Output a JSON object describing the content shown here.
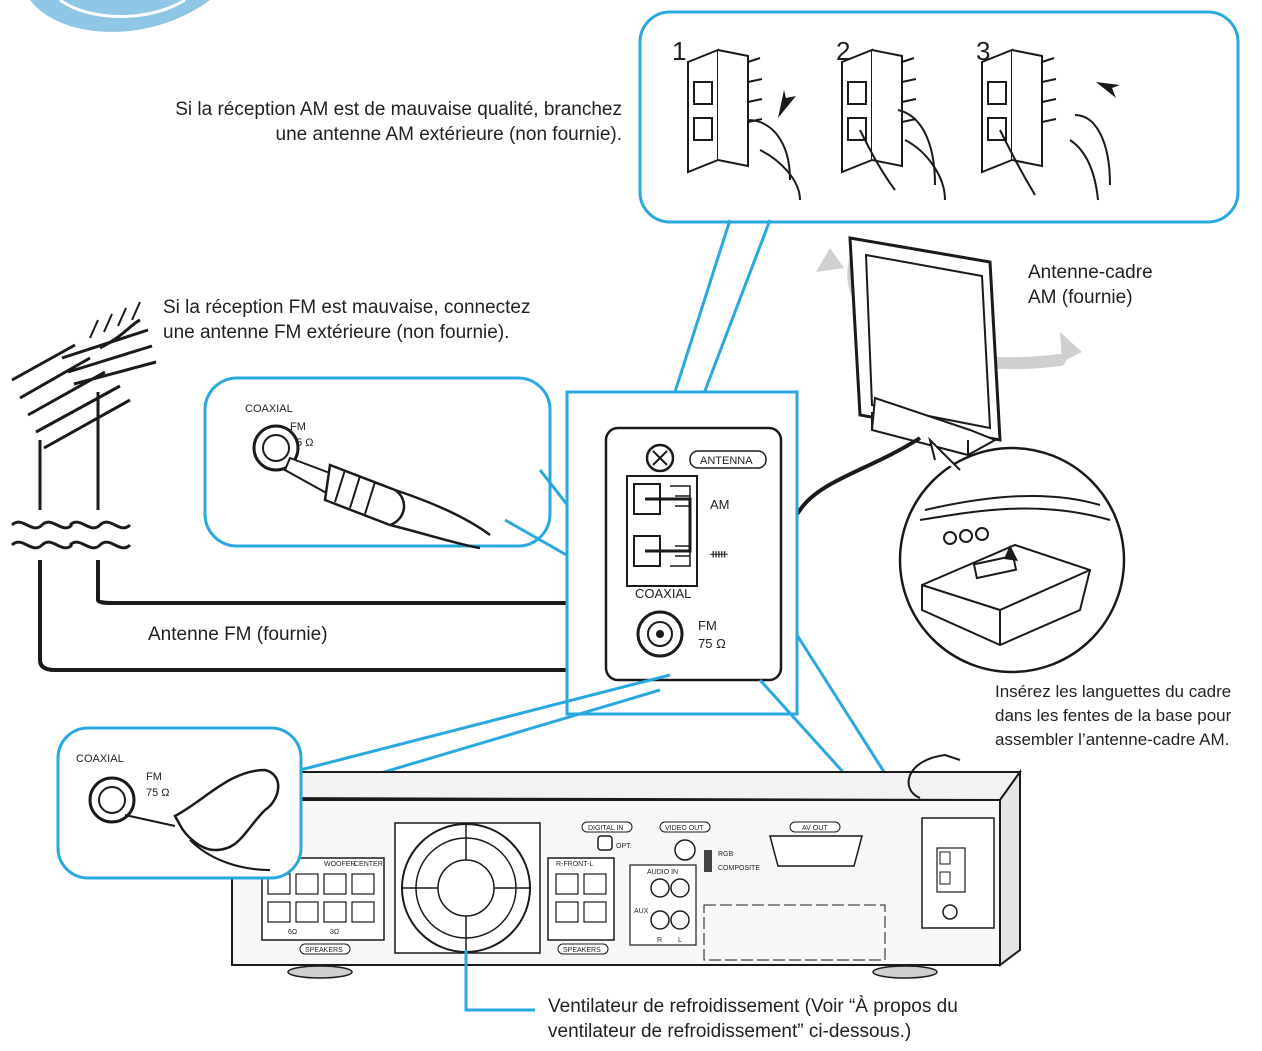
{
  "captions": {
    "am_poor": [
      "Si la réception AM est de mauvaise qualité, branchez",
      "une antenne AM extérieure (non fournie)."
    ],
    "fm_poor": [
      "Si la réception FM est mauvaise, connectez",
      "une antenne FM extérieure (non fournie)."
    ],
    "am_loop": [
      "Antenne-cadre",
      "AM (fournie)"
    ],
    "fm_antenna": "Antenne FM (fournie)",
    "assemble": [
      "Insérez les languettes du cadre",
      "dans les fentes de la base pour",
      "assembler l’antenne-cadre AM."
    ],
    "fan": [
      "Ventilateur de refroidissement (Voir “À propos du",
      "ventilateur de refroidissement” ci-dessous.)"
    ]
  },
  "steps": [
    "1",
    "2",
    "3"
  ],
  "panel_labels": {
    "antenna": "ANTENNA",
    "am": "AM",
    "ground": "ᚔ",
    "coaxial": "COAXIAL",
    "fm": "FM",
    "ohm": "75 Ω",
    "ohm_short": "75 Ω"
  },
  "rear_labels": {
    "speakers": "SPEAKERS",
    "woofer": "WOOFER",
    "center": "CENTER",
    "front": "R-FRONT-L",
    "digital_in": "DIGITAL IN",
    "opt": "OPT.",
    "video_out": "VIDEO OUT",
    "audio_in": "AUDIO IN",
    "aux": "AUX",
    "r": "R",
    "l": "L",
    "rgb": "RGB",
    "composite": "COMPOSITE",
    "av_out": "AV OUT",
    "ohm6": "6Ω",
    "ohm3": "3Ω"
  },
  "colors": {
    "callout": "#29a8e0",
    "line": "#1a1a1a",
    "arrow": "#bdbdbd"
  }
}
